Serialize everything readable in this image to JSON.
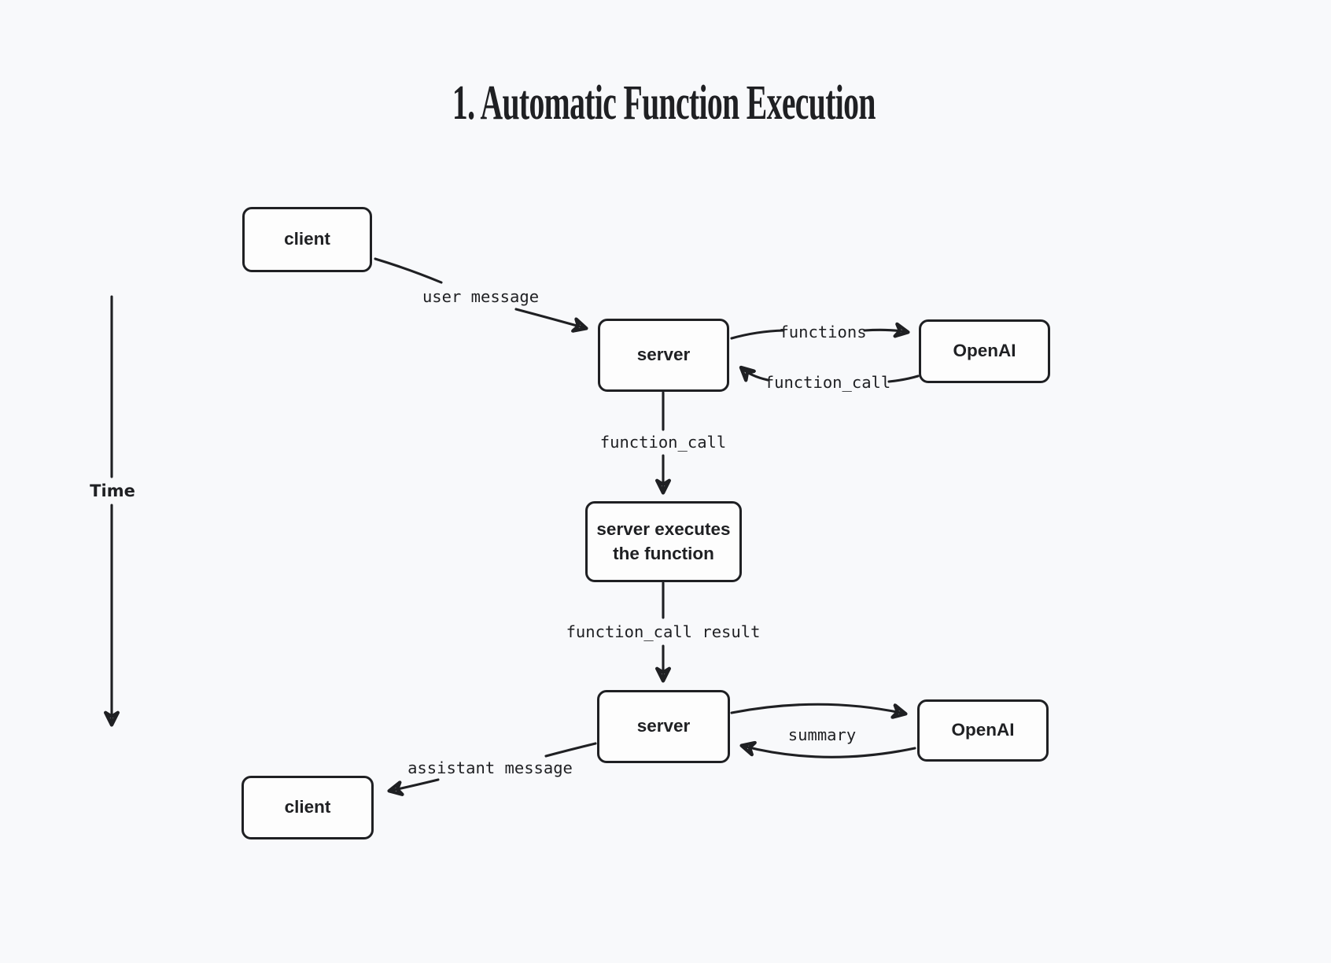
{
  "title": "1. Automatic Function Execution",
  "colors": {
    "background": "#f8f9fb",
    "ink": "#1f2023",
    "node_fill": "#fdfdfd"
  },
  "time_axis": {
    "label": "Time"
  },
  "nodes": {
    "client_top": {
      "label": "client"
    },
    "server_top": {
      "label": "server"
    },
    "openai_top": {
      "label": "OpenAI"
    },
    "executor": {
      "label": "server executes the function"
    },
    "server_bottom": {
      "label": "server"
    },
    "openai_bottom": {
      "label": "OpenAI"
    },
    "client_bottom": {
      "label": "client"
    }
  },
  "edges": {
    "user_message": {
      "label": "user message",
      "from": "client_top",
      "to": "server_top"
    },
    "functions": {
      "label": "functions",
      "from": "server_top",
      "to": "openai_top"
    },
    "function_call_return": {
      "label": "function_call",
      "from": "openai_top",
      "to": "server_top"
    },
    "function_call": {
      "label": "function_call",
      "from": "server_top",
      "to": "executor"
    },
    "function_call_result": {
      "label": "function_call result",
      "from": "executor",
      "to": "server_bottom"
    },
    "summary": {
      "label": "summary",
      "from": "server_bottom",
      "to": "openai_bottom"
    },
    "assistant_message": {
      "label": "assistant message",
      "from": "server_bottom",
      "to": "client_bottom"
    }
  }
}
